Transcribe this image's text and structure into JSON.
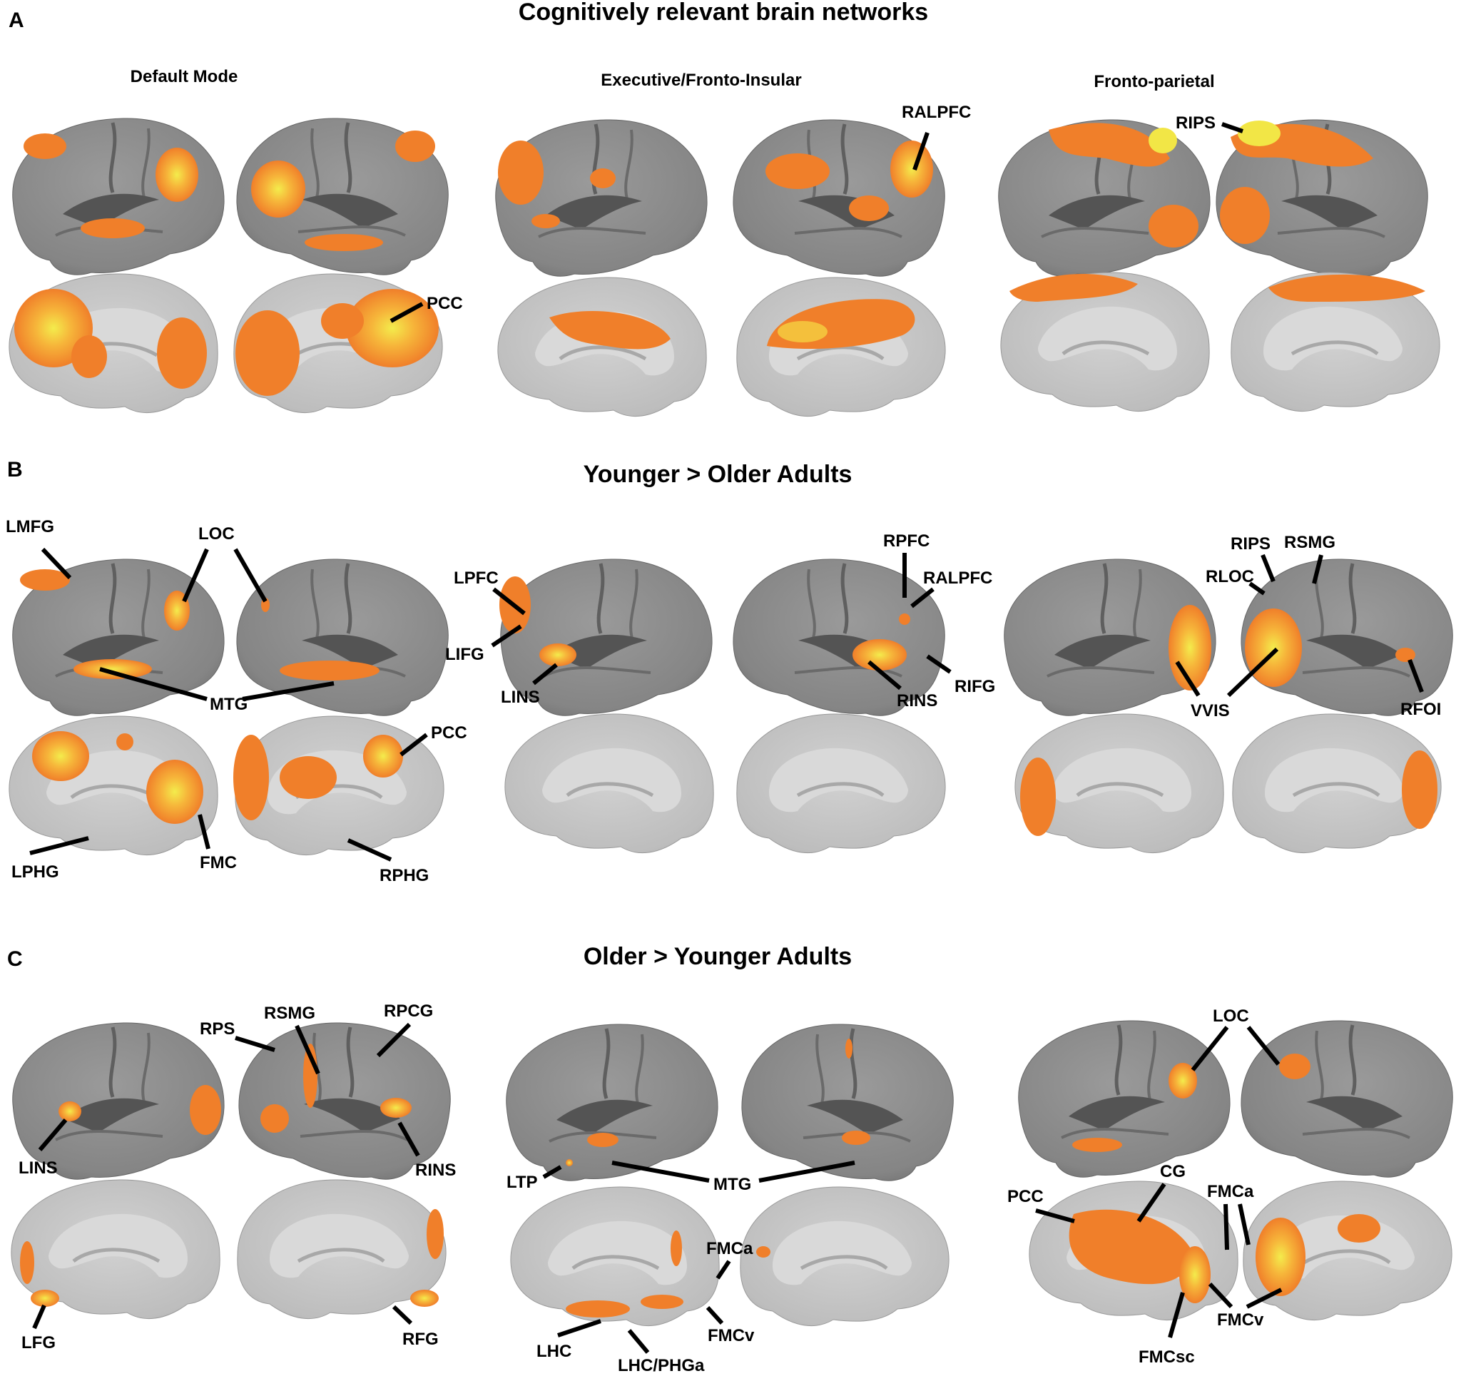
{
  "panels": {
    "A": {
      "letter": "A",
      "title": "Cognitively relevant brain networks",
      "networks": [
        "Default Mode",
        "Executive/Fronto-Insular",
        "Fronto-parietal"
      ]
    },
    "B": {
      "letter": "B",
      "title": "Younger > Older Adults"
    },
    "C": {
      "letter": "C",
      "title": "Older > Younger Adults"
    }
  },
  "colors": {
    "cortex": "#8c8c8c",
    "cortex_light": "#bdbdbd",
    "cortex_medial": "#c8c8c8",
    "sulcus": "#5f5f5f",
    "activation": "#f07f2a",
    "activation_peak": "#f2e646"
  },
  "regions": {
    "A": [
      "RALPFC",
      "RIPS",
      "PCC"
    ],
    "B": [
      "LMFG",
      "LOC",
      "LPFC",
      "RPFC",
      "RALPFC",
      "RIPS",
      "RSMG",
      "RLOC",
      "LIFG",
      "LINS",
      "RINS",
      "RIFG",
      "VVIS",
      "RFOI",
      "MTG",
      "PCC",
      "LPHG",
      "FMC",
      "RPHG"
    ],
    "C": [
      "RPS",
      "RSMG",
      "RPCG",
      "LOC",
      "LINS",
      "RINS",
      "LTP",
      "MTG",
      "CG",
      "PCC",
      "FMCa",
      "FMCa",
      "LFG",
      "RFG",
      "LHC",
      "FMCv",
      "LHC/PHGa",
      "FMCv",
      "FMCsc"
    ]
  }
}
